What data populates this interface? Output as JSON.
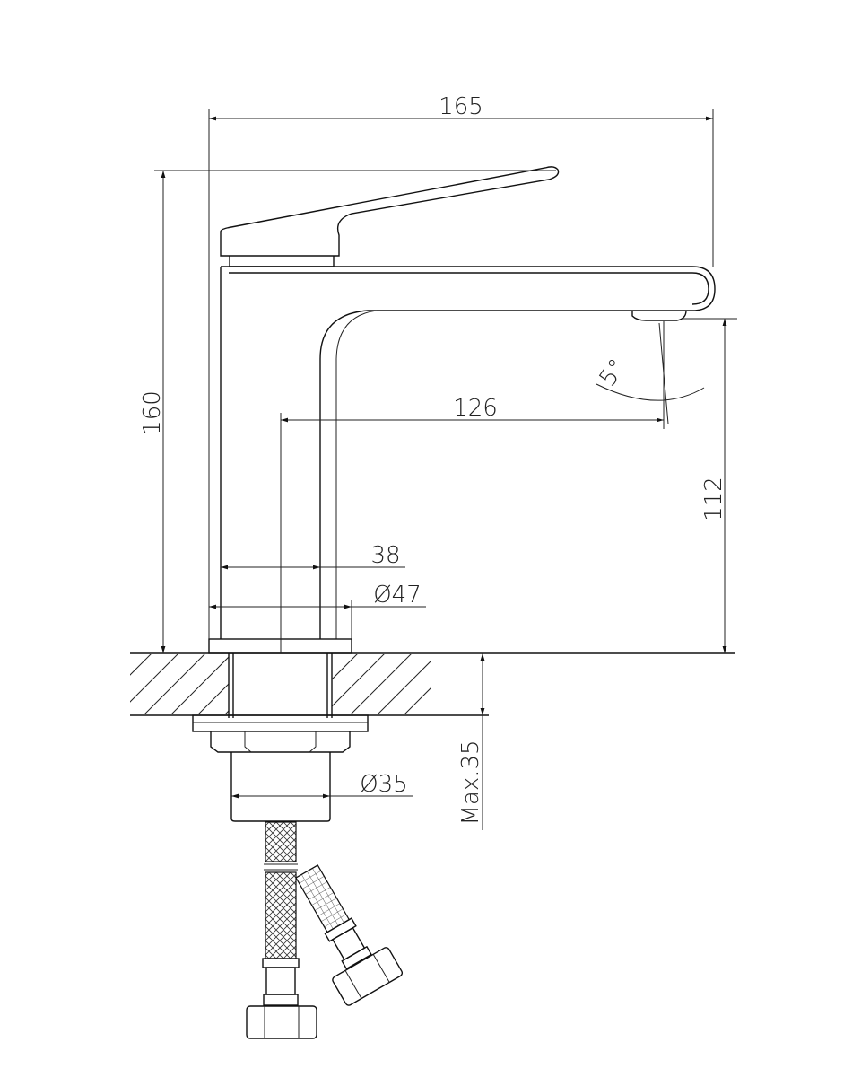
{
  "title": "Basin mixer technical drawing",
  "dimensions": {
    "overall_width": "165",
    "overall_height": "160",
    "spout_reach": "126",
    "spout_height": "112",
    "body_width": "38",
    "base_diameter": "Ø47",
    "shank_diameter": "Ø35",
    "max_counter_thickness": "Max.35",
    "spout_angle": "5°"
  },
  "colors": {
    "line": "#111111",
    "background": "#ffffff"
  }
}
